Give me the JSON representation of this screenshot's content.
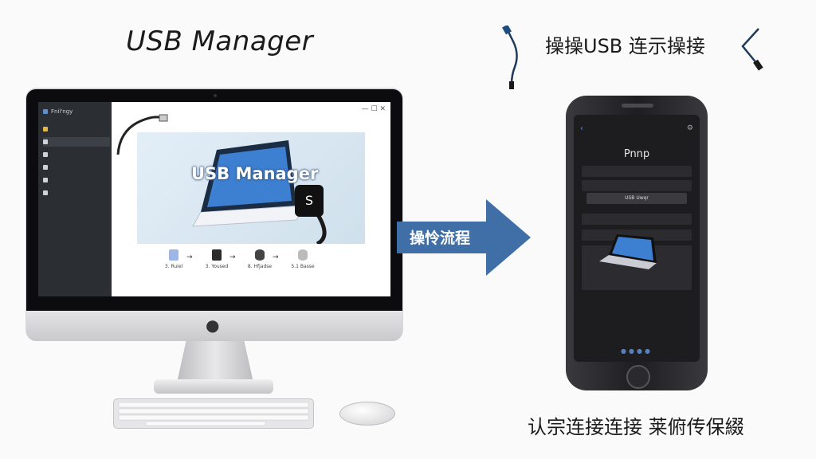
{
  "title": "USB Manager",
  "right_title": "操操USB 连示操接",
  "bottom_caption": "认宗连接连接  莱俯传保綴",
  "arrow_label": "操怜流程",
  "desktop": {
    "window_app": "Fnil'ngy",
    "window_buttons": "—  ☐  ✕",
    "panel_title": "USB Manager",
    "steps": [
      "3. Ruiel",
      "3. Yoused",
      "8. Hfjadse",
      "5.1 Basse"
    ]
  },
  "phone": {
    "title": "Pnnp",
    "usb_label": "USB Uwqr"
  },
  "colors": {
    "arrow": "#3f6fa6",
    "phone_bg": "#1d1d20",
    "sidebar": "#2b2e33"
  }
}
